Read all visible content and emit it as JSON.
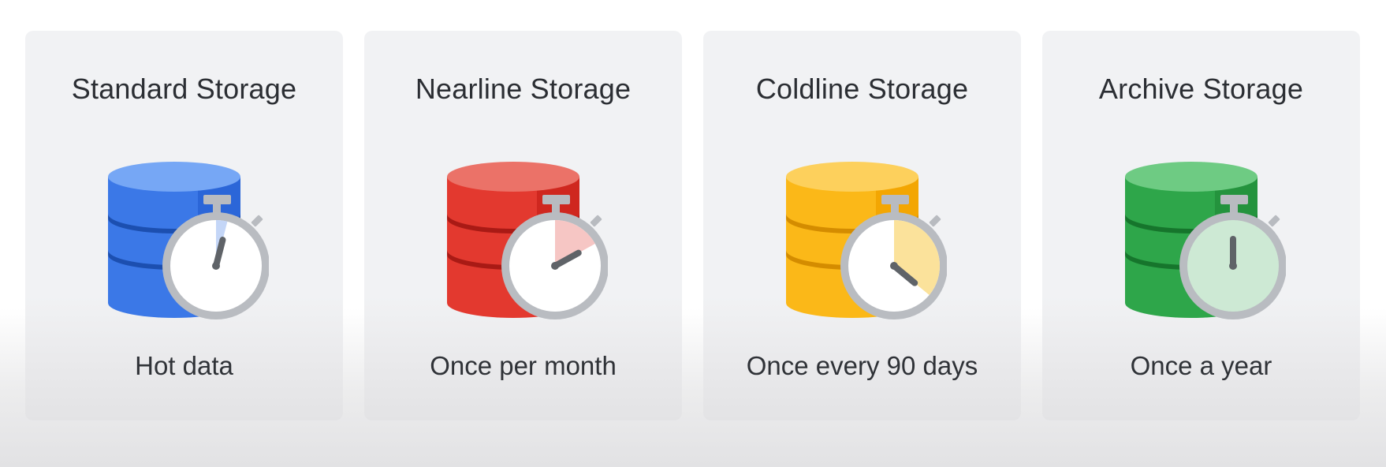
{
  "cards": [
    {
      "title": "Standard Storage",
      "subtitle": "Hot data",
      "colors": {
        "top": "#76a7f5",
        "body": "#3b78e7",
        "side": "#2a64d6",
        "band": "#1c4fb0",
        "elapsed": "#c4d6f7",
        "face": "#ffffff"
      },
      "stopwatch": {
        "elapsed_fraction": 0.04,
        "hand": "short"
      }
    },
    {
      "title": "Nearline Storage",
      "subtitle": "Once per month",
      "colors": {
        "top": "#eb7268",
        "body": "#e3392f",
        "side": "#cc261e",
        "band": "#a91a15",
        "elapsed": "#f6c6c4",
        "face": "#ffffff"
      },
      "stopwatch": {
        "elapsed_fraction": 0.17,
        "hand": "short"
      }
    },
    {
      "title": "Coldline Storage",
      "subtitle": "Once every 90 days",
      "colors": {
        "top": "#fdd05c",
        "body": "#fbb818",
        "side": "#f2a400",
        "band": "#d48c00",
        "elapsed": "#fbe29b",
        "face": "#ffffff"
      },
      "stopwatch": {
        "elapsed_fraction": 0.36,
        "hand": "short"
      }
    },
    {
      "title": "Archive Storage",
      "subtitle": "Once a year",
      "colors": {
        "top": "#6ecb83",
        "body": "#2ea64a",
        "side": "#23913c",
        "band": "#16752c",
        "elapsed": "#cde9d4",
        "face": "#cde9d4"
      },
      "stopwatch": {
        "elapsed_fraction": 1.0,
        "hand": "short"
      }
    }
  ]
}
